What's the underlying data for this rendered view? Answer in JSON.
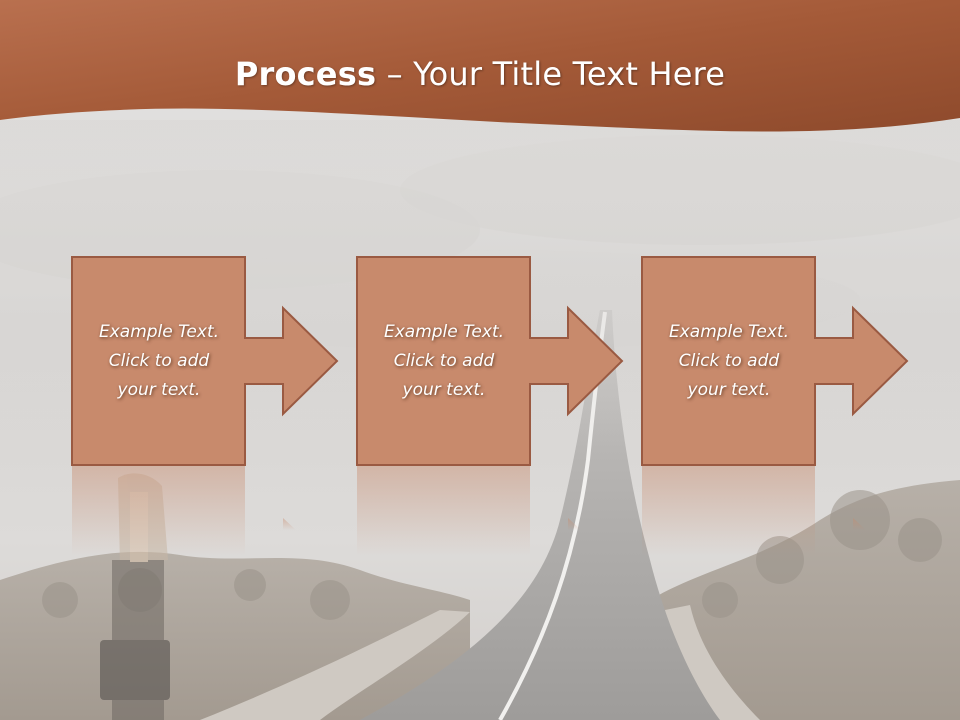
{
  "slide": {
    "title_bold": "Process",
    "title_rest": " – Your Title Text Here",
    "colors": {
      "header": "#a8603f",
      "box_fill": "#c88a6c",
      "box_border": "#9a5a42",
      "background": "#dcdad8"
    }
  },
  "steps": [
    {
      "text": "Example Text.\nClick  to add\nyour text.",
      "icon": "right-arrow-icon"
    },
    {
      "text": "Example Text.\nClick  to add\nyour text.",
      "icon": "right-arrow-icon"
    },
    {
      "text": "Example Text.\nClick  to add\nyour text.",
      "icon": "right-arrow-icon"
    }
  ]
}
